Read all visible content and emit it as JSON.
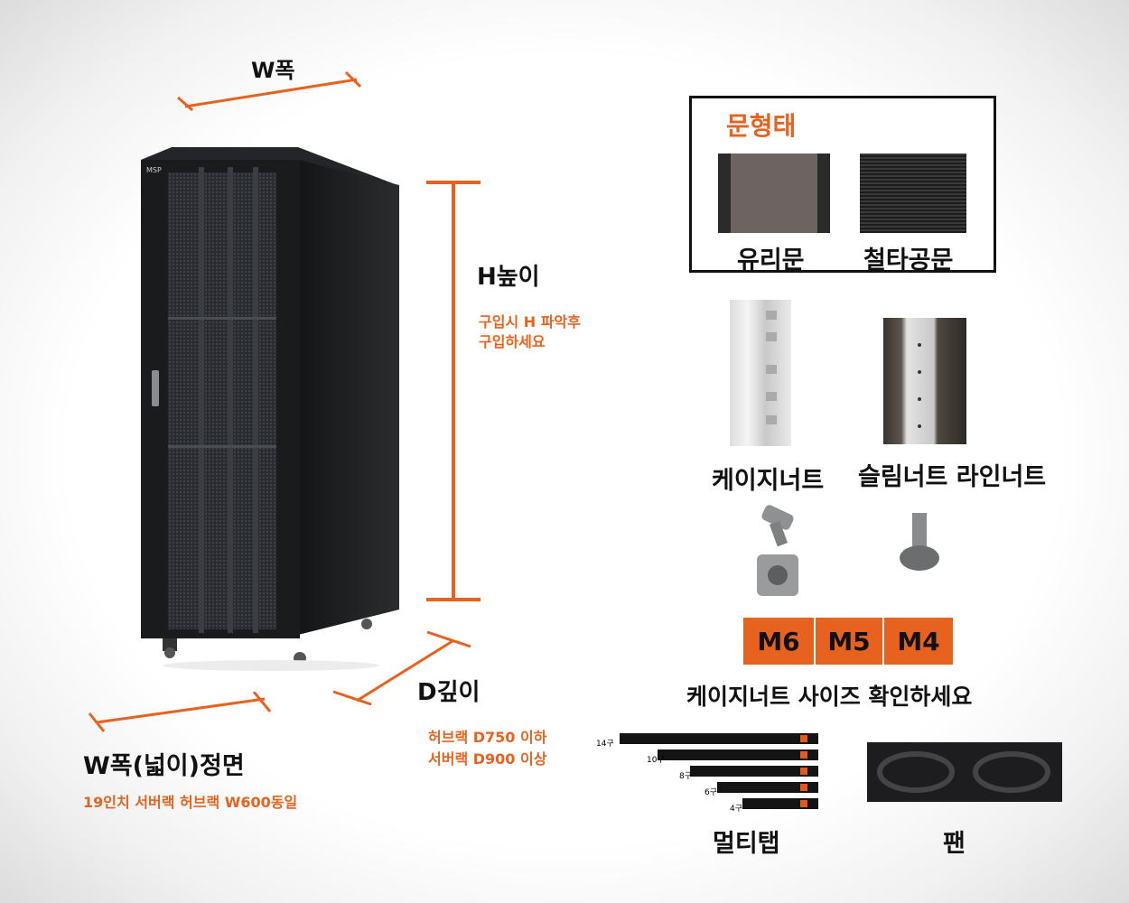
{
  "rack": {
    "brand_mark": "MSP",
    "width_label": "W폭",
    "height_label": "H높이",
    "height_note_line1": "구입시 H 파악후",
    "height_note_line2": "구입하세요",
    "depth_label": "D깊이",
    "depth_note_line1": "허브랙 D750 이하",
    "depth_note_line2": "서버랙 D900 이상",
    "front_label": "W폭(넓이)정면",
    "front_note": "19인치 서버랙 허브랙 W600동일"
  },
  "door_type": {
    "title": "문형태",
    "glass": "유리문",
    "steel": "철타공문"
  },
  "nuts": {
    "cage_nut": "케이지너트",
    "slim_nut": "슬림너트 라인너트",
    "sizes": [
      "M6",
      "M5",
      "M4"
    ],
    "size_note": "케이지너트 사이즈 확인하세요"
  },
  "accessories": {
    "multitap": "멀티탭",
    "fan": "팬",
    "tap_sizes": [
      "14구",
      "10구",
      "8구",
      "6구",
      "4구"
    ]
  },
  "colors": {
    "accent": "#e8621f",
    "rack": "#1c1d1f"
  }
}
